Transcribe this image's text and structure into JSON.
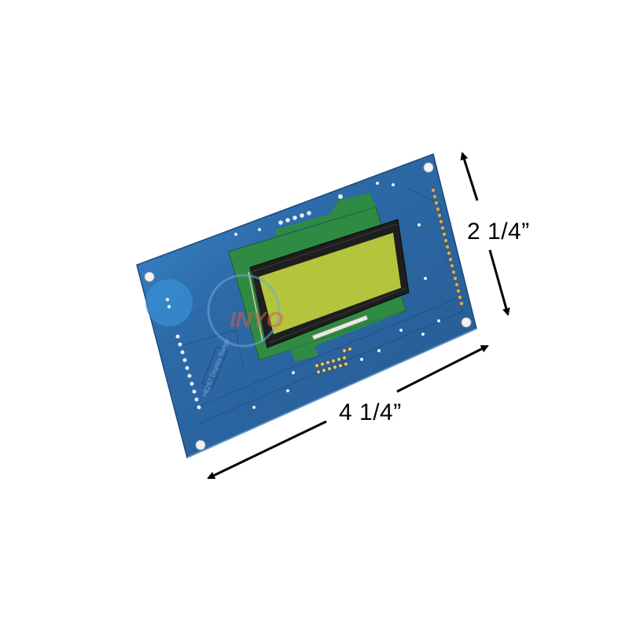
{
  "image": {
    "subject": "LCD display circuit board with dimension annotations",
    "background_color": "#ffffff"
  },
  "board": {
    "color": "#2d6aa8",
    "color_dark": "#1f4f86",
    "color_light": "#3b8fd4",
    "silkscreen_text": "HE267 Display Range",
    "mounting_holes": 4
  },
  "lcd": {
    "screen_color": "#b4c43c",
    "bezel_color": "#1e1e1e",
    "carrier_color": "#2f8a44"
  },
  "watermark": {
    "text": "INYO",
    "color": "#d06048"
  },
  "dimensions": {
    "height_label": "2 1/4”",
    "width_label": "4 1/4”",
    "arrow_color": "#000000"
  }
}
